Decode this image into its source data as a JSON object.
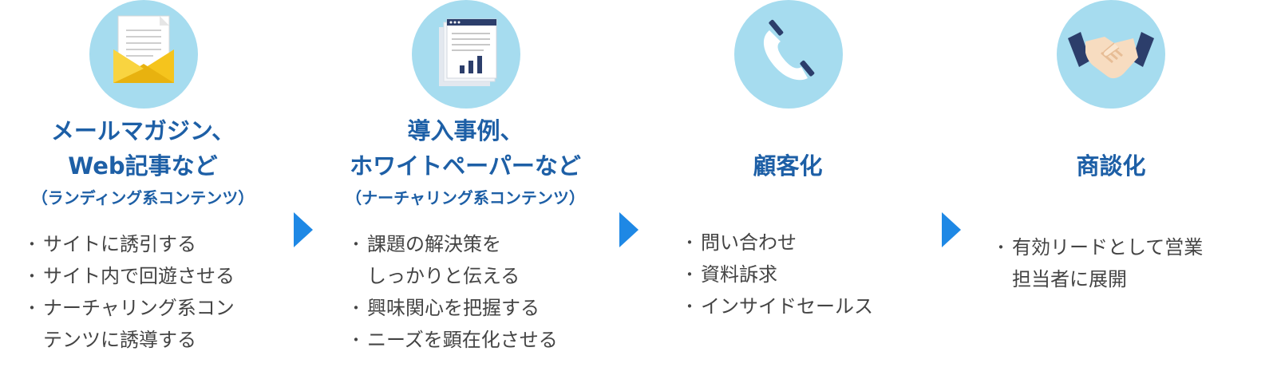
{
  "colors": {
    "circle": "#a6dcef",
    "title": "#1d5fa6",
    "arrow": "#1e88e5",
    "text": "#444444"
  },
  "steps": [
    {
      "icon": "envelope-document-icon",
      "title_lines": [
        "メールマガジン、",
        "Web記事など"
      ],
      "subtitle": "（ランディング系コンテンツ）",
      "items": [
        [
          "サイトに誘引する"
        ],
        [
          "サイト内で回遊させる"
        ],
        [
          "ナーチャリング系コン",
          "テンツに誘導する"
        ]
      ]
    },
    {
      "icon": "report-chart-icon",
      "title_lines": [
        "導入事例、",
        "ホワイトペーパーなど"
      ],
      "subtitle": "（ナーチャリング系コンテンツ）",
      "items": [
        [
          "課題の解決策を",
          "しっかりと伝える"
        ],
        [
          "興味関心を把握する"
        ],
        [
          "ニーズを顕在化させる"
        ]
      ]
    },
    {
      "icon": "phone-icon",
      "title_lines": [
        "顧客化"
      ],
      "subtitle": "",
      "items": [
        [
          "問い合わせ"
        ],
        [
          "資料訴求"
        ],
        [
          "インサイドセールス"
        ]
      ]
    },
    {
      "icon": "handshake-icon",
      "title_lines": [
        "商談化"
      ],
      "subtitle": "",
      "items": [
        [
          "有効リードとして営業",
          "担当者に展開"
        ]
      ]
    }
  ]
}
